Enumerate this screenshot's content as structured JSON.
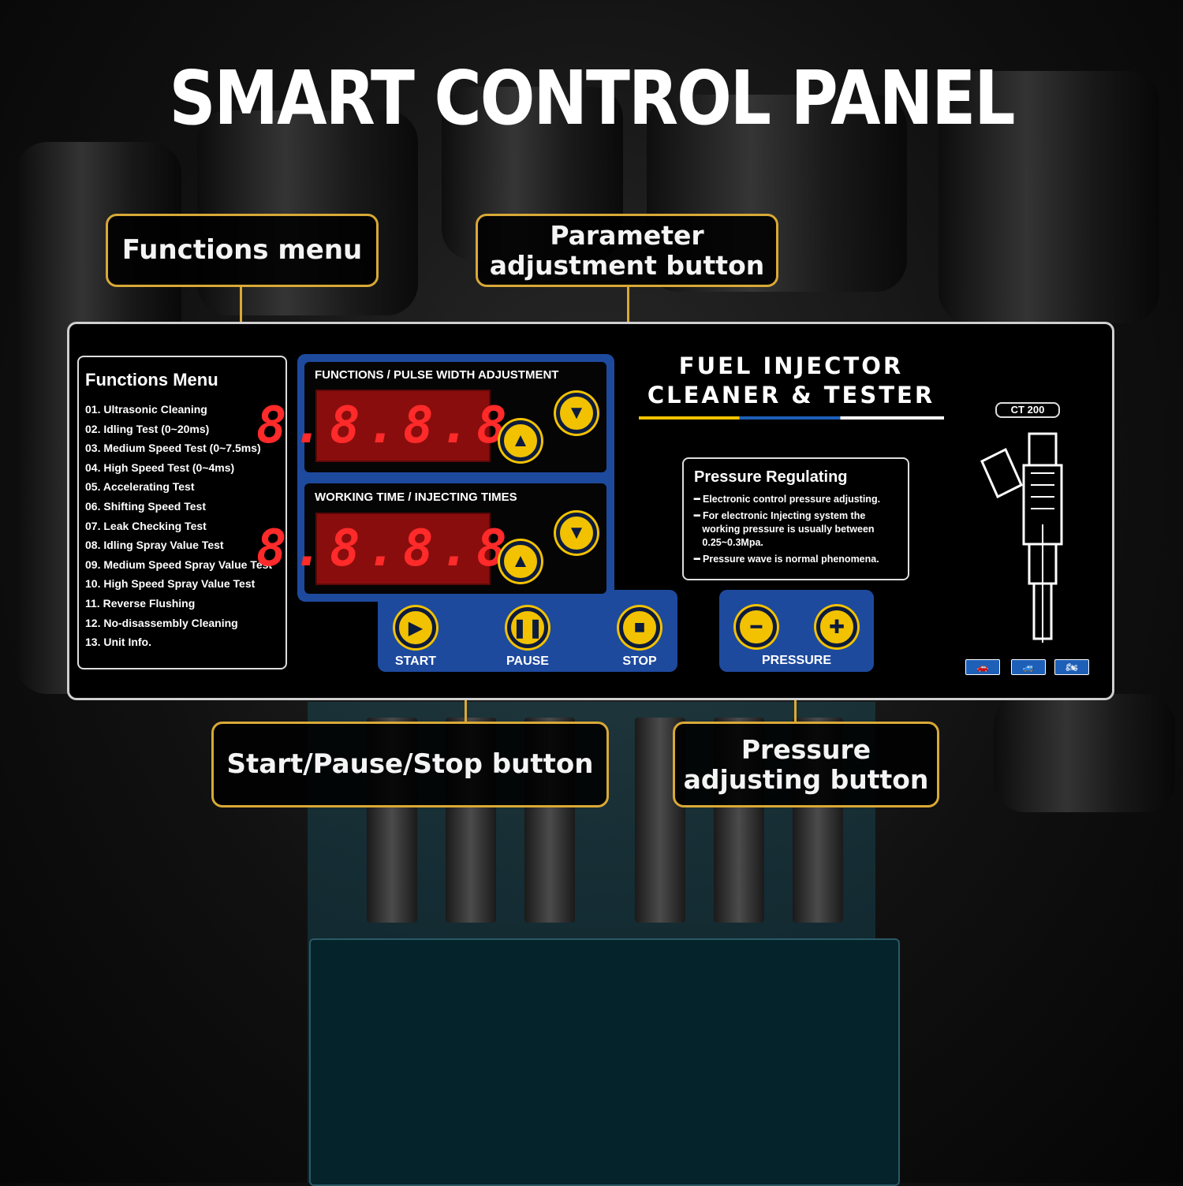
{
  "title": "SMART CONTROL PANEL",
  "callouts": {
    "functions_menu": "Functions menu",
    "parameter_line1": "Parameter",
    "parameter_line2": "adjustment button",
    "start_pause_stop": "Start/Pause/Stop button",
    "pressure_line1": "Pressure",
    "pressure_line2": "adjusting button"
  },
  "menu": {
    "title": "Functions Menu",
    "items": [
      "01. Ultrasonic Cleaning",
      "02. Idling Test (0~20ms)",
      "03. Medium Speed Test (0~7.5ms)",
      "04. High Speed Test (0~4ms)",
      "05. Accelerating Test",
      "06. Shifting Speed Test",
      "07. Leak Checking Test",
      "08. Idling Spray Value Test",
      "09. Medium Speed Spray Value Test",
      "10. High Speed Spray Value Test",
      "11. Reverse Flushing",
      "12. No-disassembly Cleaning",
      "13. Unit Info."
    ]
  },
  "displays": {
    "top_label": "FUNCTIONS / PULSE WIDTH ADJUSTMENT",
    "bottom_label": "WORKING TIME / INJECTING TIMES",
    "top_value": "8.8.8.8.",
    "bottom_value": "8.8.8.8."
  },
  "controls": {
    "start": "START",
    "pause": "PAUSE",
    "stop": "STOP",
    "pressure": "PRESSURE"
  },
  "brand": {
    "line1": "FUEL INJECTOR",
    "line2": "CLEANER & TESTER",
    "model": "CT 200"
  },
  "pressure_info": {
    "title": "Pressure Regulating",
    "lines": [
      "━ Electronic control pressure adjusting.",
      "━ For electronic Injecting system the",
      "   working pressure is usually between",
      "   0.25~0.3Mpa.",
      "━ Pressure wave is normal phenomena."
    ]
  },
  "colors": {
    "accent": "#d9a936",
    "button_yellow": "#f2c200",
    "panel_blue": "#1e4a9e",
    "led_red": "#ff2a2a"
  },
  "icons": [
    "up-arrow-icon",
    "down-arrow-icon",
    "play-icon",
    "pause-icon",
    "stop-icon",
    "minus-icon",
    "plus-icon",
    "car-icon",
    "suv-icon",
    "motorcycle-icon",
    "injector-icon"
  ]
}
